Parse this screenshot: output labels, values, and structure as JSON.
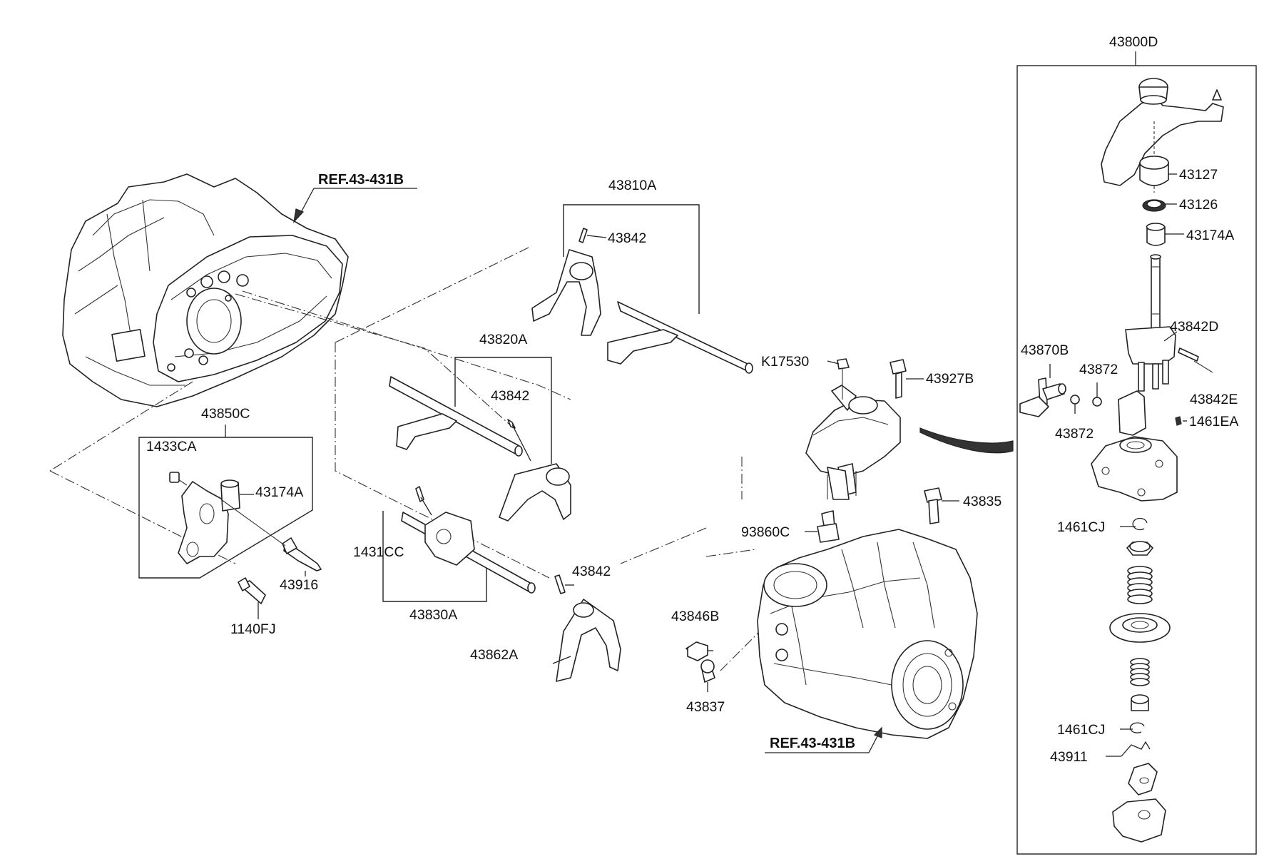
{
  "labels": {
    "ref_top": "REF.43-431B",
    "ref_bottom": "REF.43-431B",
    "p43810A": "43810A",
    "p43842_a": "43842",
    "p43820A": "43820A",
    "p43842_b": "43842",
    "p43850C": "43850C",
    "p1433CA": "1433CA",
    "p43174A_left": "43174A",
    "p43916": "43916",
    "p1140FJ": "1140FJ",
    "p1431CC": "1431CC",
    "p43830A": "43830A",
    "p43842_c": "43842",
    "p43862A": "43862A",
    "pK17530": "K17530",
    "p43927B": "43927B",
    "p93860C": "93860C",
    "p43835": "43835",
    "p43846B": "43846B",
    "p43837": "43837",
    "p43800D": "43800D",
    "p43127": "43127",
    "p43126": "43126",
    "p43174A_right": "43174A",
    "p43842D": "43842D",
    "p43870B": "43870B",
    "p43872_a": "43872",
    "p43842E": "43842E",
    "p43872_b": "43872",
    "p1461EA": "1461EA",
    "p1461CJ_a": "1461CJ",
    "p1461CJ_b": "1461CJ",
    "p43911": "43911"
  }
}
